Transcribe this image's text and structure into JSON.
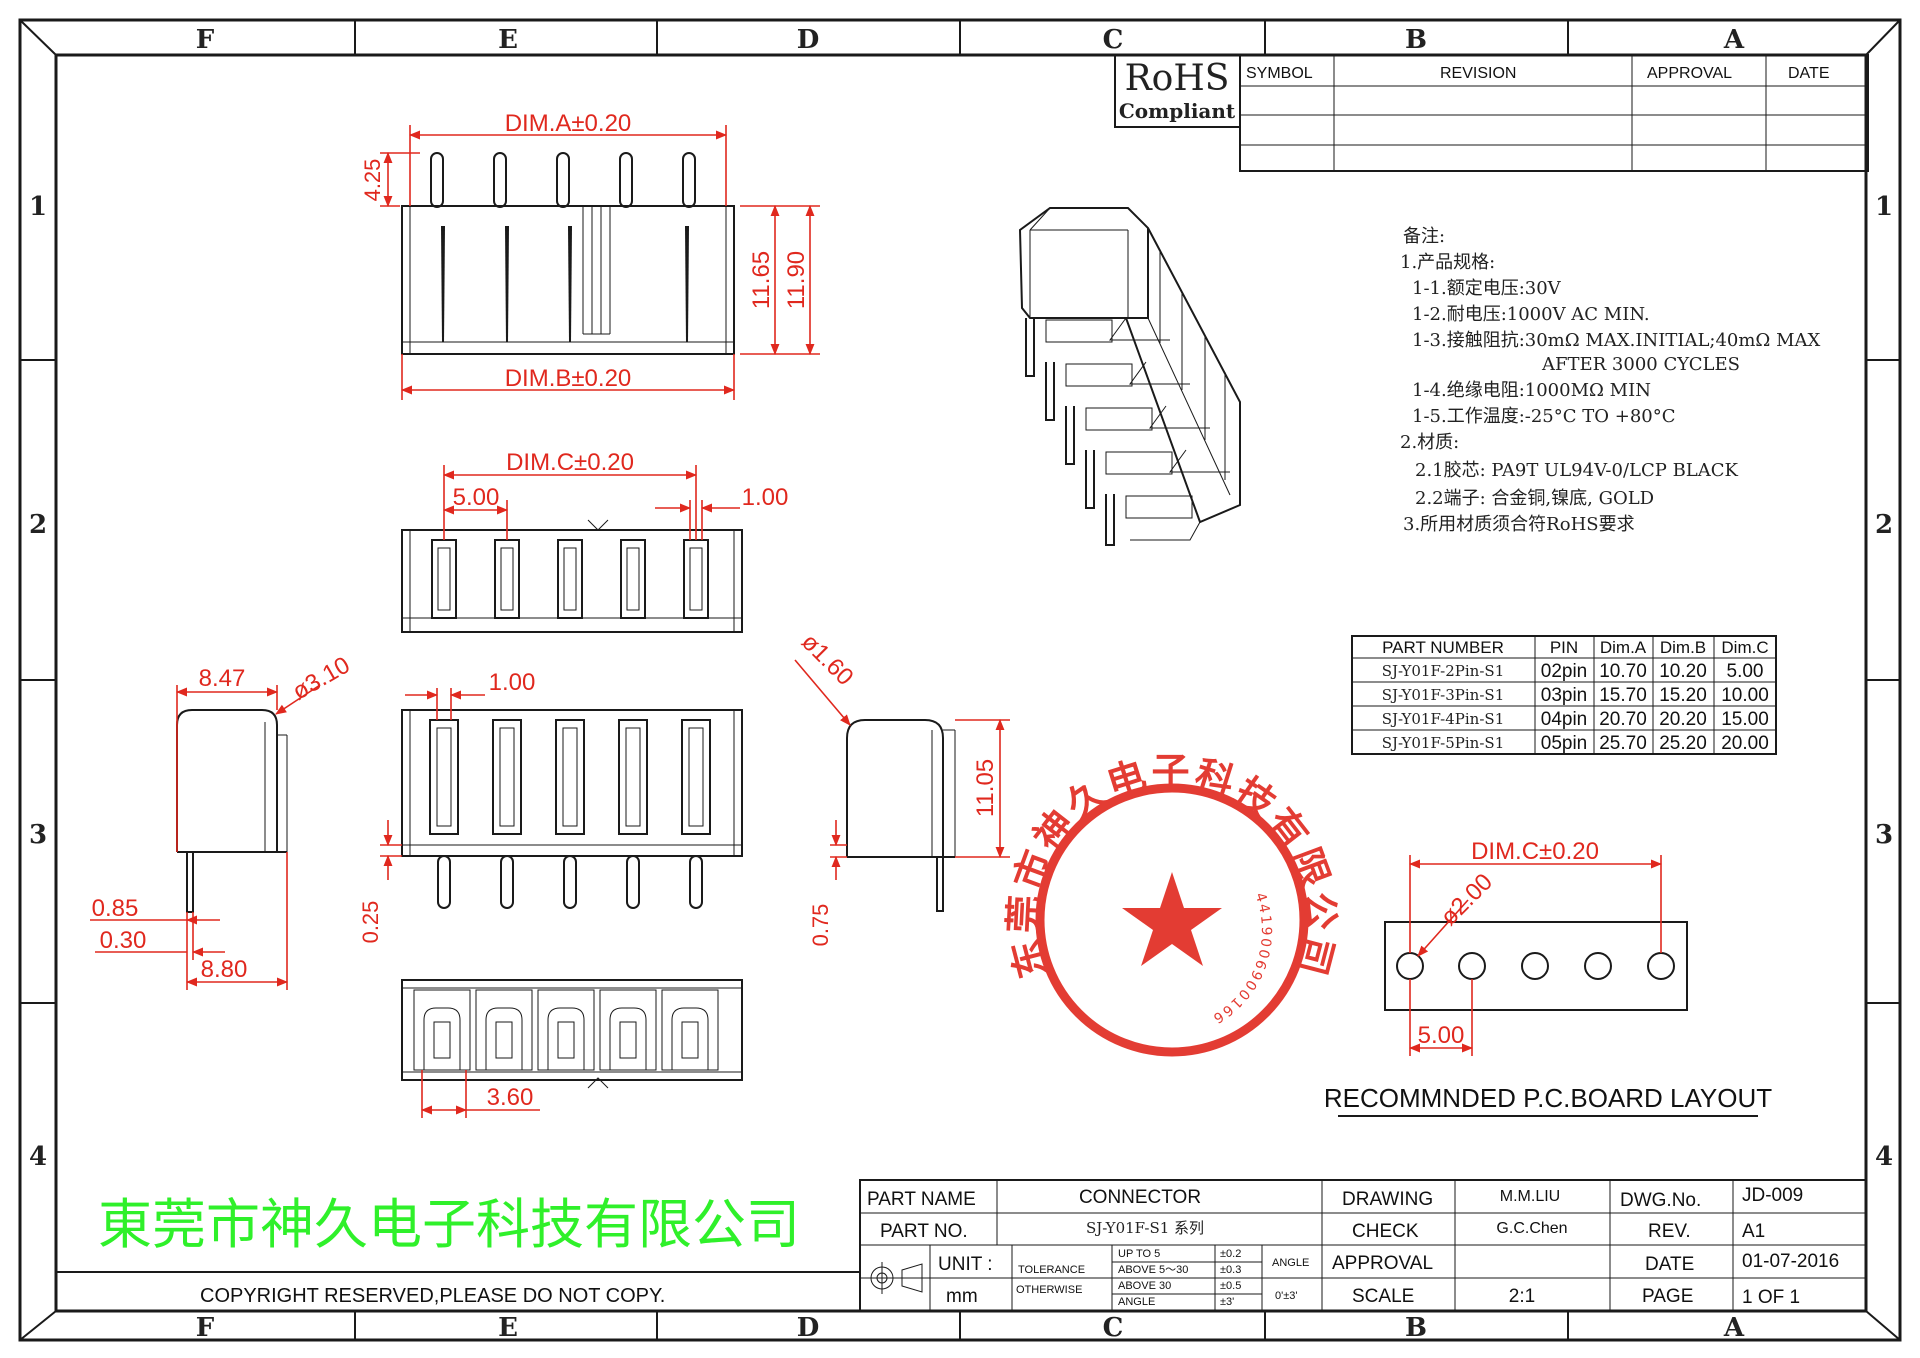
{
  "frame": {
    "columns": [
      "F",
      "E",
      "D",
      "C",
      "B",
      "A"
    ],
    "rows": [
      "1",
      "2",
      "3",
      "4"
    ]
  },
  "revision_block": {
    "rohs": "RoHS",
    "compliant": "Compliant",
    "headers": [
      "SYMBOL",
      "REVISION",
      "APPROVAL",
      "DATE"
    ]
  },
  "views": {
    "top": {
      "dim_a": "DIM.A±0.20",
      "dim_b": "DIM.B±0.20",
      "h1": "4.25",
      "h2": "11.65",
      "h3": "11.90"
    },
    "front": {
      "dim_c": "DIM.C±0.20",
      "pitch": "5.00",
      "pin_w": "1.00"
    },
    "side_left": {
      "width": "8.47",
      "radius": "ø3.10",
      "d1": "0.85",
      "d2": "0.30",
      "d3": "8.80"
    },
    "mid": {
      "pin_w": "1.00",
      "d1": "0.25"
    },
    "side_right": {
      "radius": "ø1.60",
      "height": "11.05",
      "d1": "0.75"
    },
    "bottom": {
      "d1": "3.60"
    }
  },
  "notes": {
    "title": "备注:",
    "lines": [
      "1.产品规格:",
      "1-1.额定电压:30V",
      "1-2.耐电压:1000V AC MIN.",
      "1-3.接触阻抗:30mΩ MAX.INITIAL;40mΩ MAX",
      "AFTER 3000 CYCLES",
      "1-4.绝缘电阻:1000MΩ MIN",
      "1-5.工作温度:-25°C TO +80°C",
      "2.材质:",
      "2.1胶芯: PA9T UL94V-0/LCP BLACK",
      "2.2端子: 合金铜,镍底, GOLD",
      "3.所用材质须合符RoHS要求"
    ]
  },
  "part_table": {
    "headers": [
      "PART NUMBER",
      "PIN",
      "Dim.A",
      "Dim.B",
      "Dim.C"
    ],
    "rows": [
      [
        "SJ-Y01F-2Pin-S1",
        "02pin",
        "10.70",
        "10.20",
        "5.00"
      ],
      [
        "SJ-Y01F-3Pin-S1",
        "03pin",
        "15.70",
        "15.20",
        "10.00"
      ],
      [
        "SJ-Y01F-4Pin-S1",
        "04pin",
        "20.70",
        "20.20",
        "15.00"
      ],
      [
        "SJ-Y01F-5Pin-S1",
        "05pin",
        "25.70",
        "25.20",
        "20.00"
      ]
    ]
  },
  "pcb_layout": {
    "dim_c": "DIM.C±0.20",
    "hole": "ø2.00",
    "pitch": "5.00",
    "caption": "RECOMMNDED P.C.BOARD LAYOUT"
  },
  "stamp": {
    "outer_text": "东莞市神久电子科技有限公司",
    "inner_text": "4419006900166"
  },
  "company": "東莞市神久电子科技有限公司",
  "copyright": "COPYRIGHT RESERVED,PLEASE DO NOT COPY.",
  "title_block": {
    "part_name_label": "PART NAME",
    "part_name": "CONNECTOR",
    "part_no_label": "PART NO.",
    "part_no": "SJ-Y01F-S1 系列",
    "unit_label": "UNIT :",
    "unit": "mm",
    "tolerance": "TOLERANCE",
    "otherwise": "OTHERWISE",
    "tol_up_to_5": "UP TO 5",
    "tol_above_5_30": "ABOVE 5～30",
    "tol_above_30": "ABOVE 30",
    "tol_angle_row": "ANGLE",
    "tol_02": "±0.2",
    "tol_03": "±0.3",
    "tol_05": "±0.5",
    "tol_3deg": "±3'",
    "angle_label": "ANGLE",
    "angle_value": "0'±3'",
    "drawing_label": "DRAWING",
    "drawing_by": "M.M.LIU",
    "check_label": "CHECK",
    "check_by": "G.C.Chen",
    "approval_label": "APPROVAL",
    "scale_label": "SCALE",
    "scale": "2:1",
    "dwg_label": "DWG.No.",
    "dwg_no": "JD-009",
    "rev_label": "REV.",
    "rev": "A1",
    "date_label": "DATE",
    "date": "01-07-2016",
    "page_label": "PAGE",
    "page": "1 OF 1"
  }
}
